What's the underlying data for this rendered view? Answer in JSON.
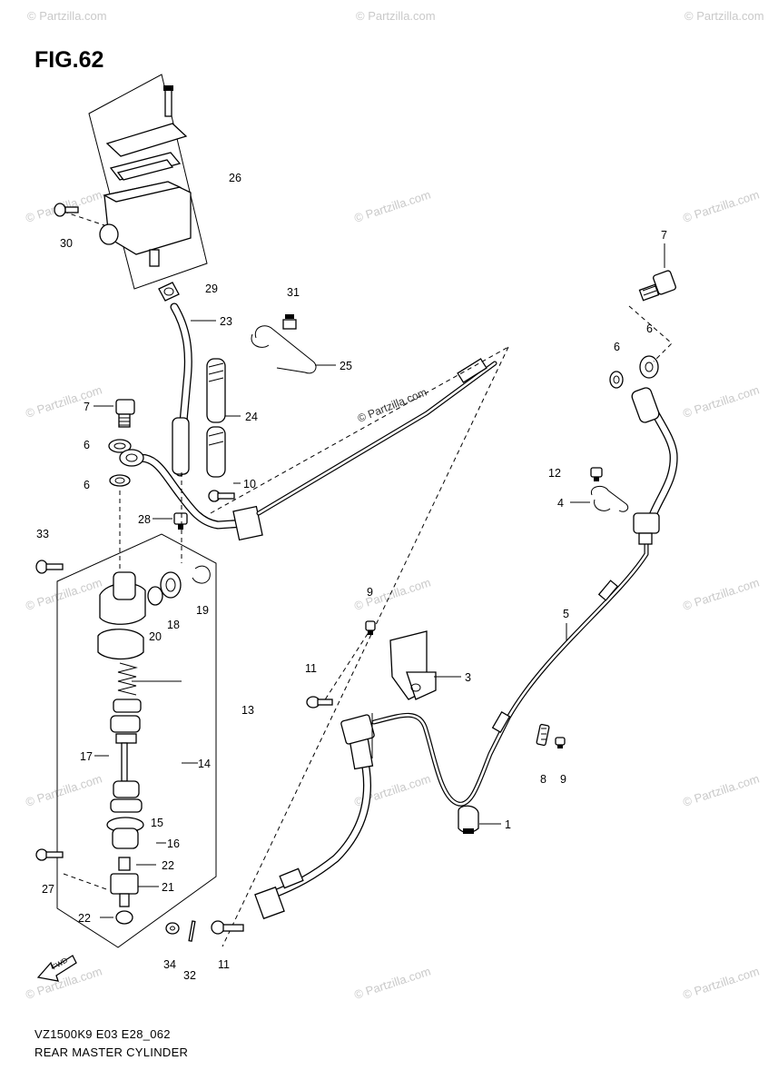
{
  "figure": {
    "title": "FIG.62"
  },
  "footer": {
    "code": "VZ1500K9 E03 E28_062",
    "caption": "REAR MASTER CYLINDER"
  },
  "watermark": {
    "text": "© Partzilla.com",
    "inline_text": "© Partzilla.com"
  },
  "fwd_arrow": {
    "label": "FWD"
  },
  "callouts": [
    {
      "id": "c26",
      "text": "26"
    },
    {
      "id": "c30",
      "text": "30"
    },
    {
      "id": "c29",
      "text": "29"
    },
    {
      "id": "c23",
      "text": "23"
    },
    {
      "id": "c31",
      "text": "31"
    },
    {
      "id": "c25",
      "text": "25"
    },
    {
      "id": "c24",
      "text": "24"
    },
    {
      "id": "c7a",
      "text": "7"
    },
    {
      "id": "c6a",
      "text": "6"
    },
    {
      "id": "c6b",
      "text": "6"
    },
    {
      "id": "c10",
      "text": "10"
    },
    {
      "id": "c28",
      "text": "28"
    },
    {
      "id": "c33",
      "text": "33"
    },
    {
      "id": "c19",
      "text": "19"
    },
    {
      "id": "c20",
      "text": "20"
    },
    {
      "id": "c18",
      "text": "18"
    },
    {
      "id": "c13",
      "text": "13"
    },
    {
      "id": "c17",
      "text": "17"
    },
    {
      "id": "c14",
      "text": "14"
    },
    {
      "id": "c15",
      "text": "15"
    },
    {
      "id": "c16",
      "text": "16"
    },
    {
      "id": "c22a",
      "text": "22"
    },
    {
      "id": "c21",
      "text": "21"
    },
    {
      "id": "c27",
      "text": "27"
    },
    {
      "id": "c22b",
      "text": "22"
    },
    {
      "id": "c34",
      "text": "34"
    },
    {
      "id": "c32",
      "text": "32"
    },
    {
      "id": "c11a",
      "text": "11"
    },
    {
      "id": "c11b",
      "text": "11"
    },
    {
      "id": "c9a",
      "text": "9"
    },
    {
      "id": "c3",
      "text": "3"
    },
    {
      "id": "c1",
      "text": "1"
    },
    {
      "id": "c5",
      "text": "5"
    },
    {
      "id": "c8",
      "text": "8"
    },
    {
      "id": "c9b",
      "text": "9"
    },
    {
      "id": "c12",
      "text": "12"
    },
    {
      "id": "c4",
      "text": "4"
    },
    {
      "id": "c7b",
      "text": "7"
    },
    {
      "id": "c6c",
      "text": "6"
    },
    {
      "id": "c6d",
      "text": "6"
    }
  ]
}
